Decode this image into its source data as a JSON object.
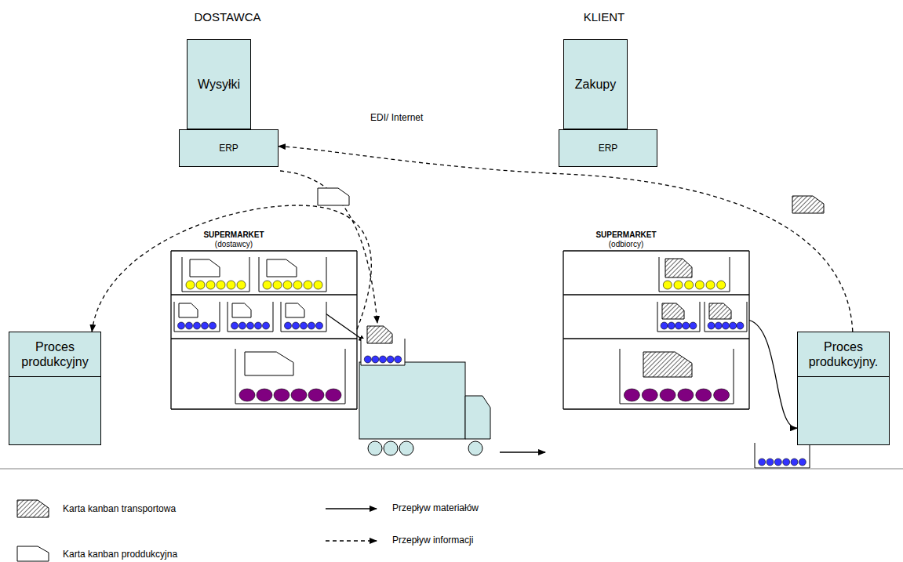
{
  "diagram": {
    "nodes": [
      {
        "text": [
          "Wysyłki"
        ]
      },
      {
        "text": [
          "ERP"
        ]
      },
      {
        "text": [
          "Zakupy"
        ]
      },
      {
        "text": [
          "ERP"
        ]
      },
      {
        "text": [
          "Proces produkcyjny"
        ]
      },
      {
        "text": [
          "SUPERMARKET",
          "(dostawcy)"
        ]
      },
      {
        "text": [
          "SUPERMARKET",
          "(odbiorcy)"
        ]
      },
      {
        "text": [
          "Proces produkcyjny."
        ]
      }
    ],
    "edges": [
      {
        "from": 7,
        "to": 1,
        "arrow": "to",
        "label": "EDI/ Internet"
      },
      {
        "from": 5,
        "to": 4,
        "arrow": "to"
      },
      {
        "from": 6,
        "to": 7,
        "arrow": "to"
      }
    ],
    "labels": [
      "DOSTAWCA",
      "KLIENT"
    ],
    "legend": [
      {
        "text": "Karta kanban transportowa"
      },
      {
        "text": "Karta kanban proddukcyjna"
      },
      {
        "text": "Przepływ materiałów"
      },
      {
        "text": "Przepływ informacji"
      }
    ]
  }
}
